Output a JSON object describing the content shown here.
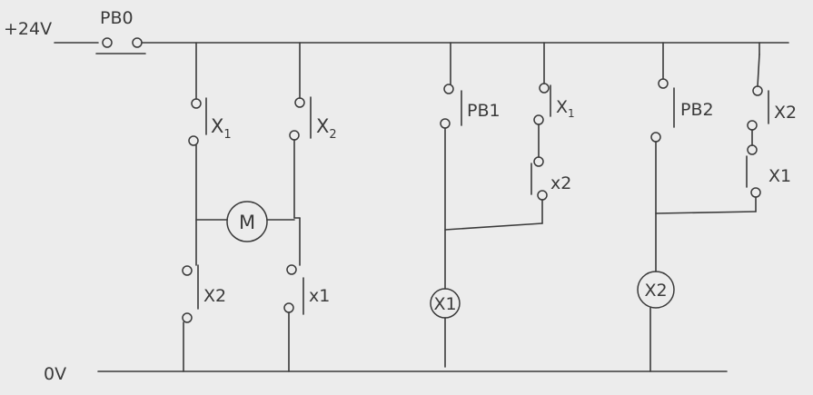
{
  "supply": {
    "positive": "+24V",
    "ground": "0V"
  },
  "master_switch": {
    "label": "PB0"
  },
  "motor_branch": {
    "top_left_contact": {
      "label": "X",
      "subscript": "1"
    },
    "top_right_contact": {
      "label": "X",
      "subscript": "2"
    },
    "motor": {
      "label": "M"
    },
    "bottom_left_contact": {
      "label": "X2"
    },
    "bottom_right_contact": {
      "label": "x1"
    }
  },
  "relay_x1_branch": {
    "pushbutton": {
      "label": "PB1"
    },
    "hold_contact": {
      "label": "X",
      "subscript": "1"
    },
    "interlock_contact": {
      "label": "x2"
    },
    "coil": {
      "label": "X1"
    }
  },
  "relay_x2_branch": {
    "pushbutton": {
      "label": "PB2"
    },
    "hold_contact": {
      "label": "X2"
    },
    "interlock_contact": {
      "label": "X1"
    },
    "coil": {
      "label": "X2"
    }
  }
}
